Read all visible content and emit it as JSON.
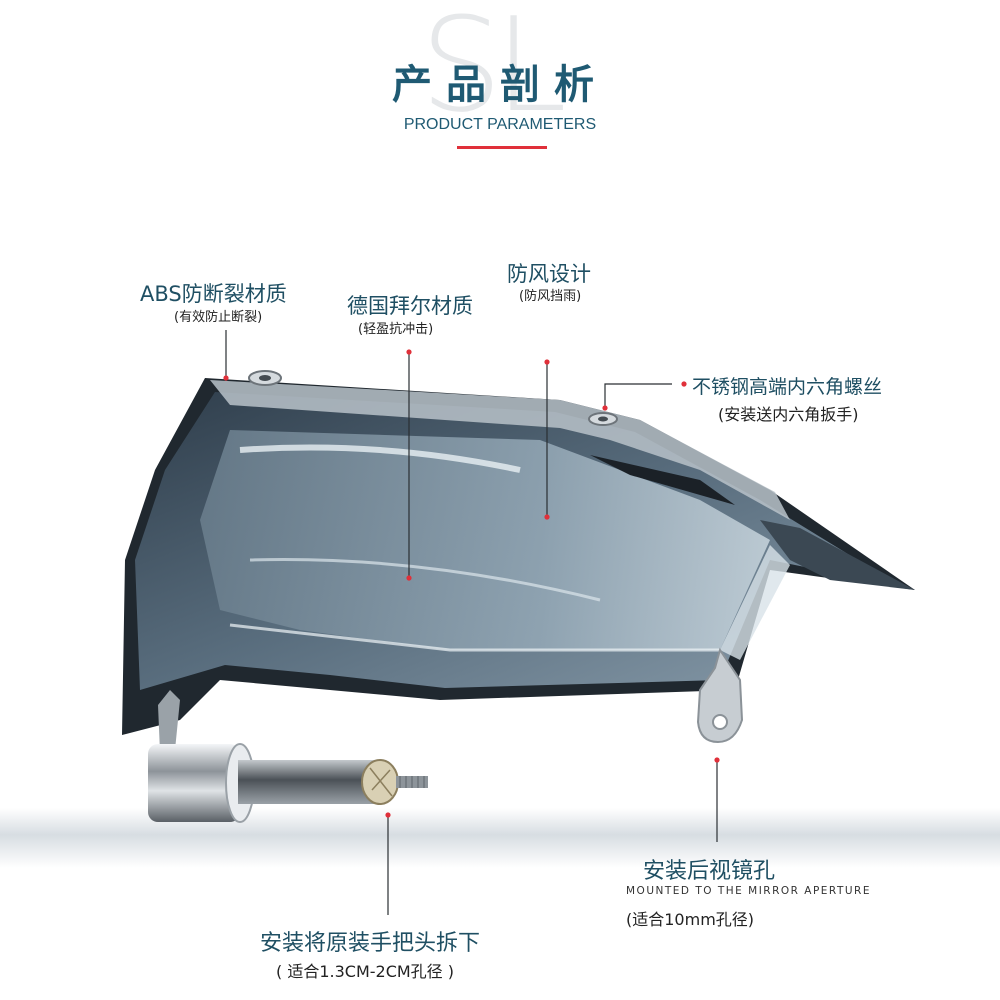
{
  "header": {
    "watermark": "SL",
    "title": "产品剖析",
    "subtitle": "PRODUCT PARAMETERS"
  },
  "callouts": {
    "abs": {
      "label": "ABS防断裂材质",
      "note": "(有效防止断裂)"
    },
    "bayer": {
      "label": "德国拜尔材质",
      "note": "(轻盈抗冲击)"
    },
    "wind": {
      "label": "防风设计",
      "note": "(防风挡雨)"
    },
    "screw": {
      "label": "不锈钢高端内六角螺丝",
      "note": "(安装送内六角扳手)"
    },
    "mirror": {
      "label": "安装后视镜孔",
      "note_en": "MOUNTED TO THE MIRROR APERTURE",
      "note": "(适合10mm孔径)"
    },
    "handle": {
      "label": "安装将原装手把头拆下",
      "note": "( 适合1.3CM-2CM孔径 )"
    }
  },
  "colors": {
    "accent": "#e0303a",
    "title": "#1f5a73",
    "shell": "#3f5060"
  }
}
